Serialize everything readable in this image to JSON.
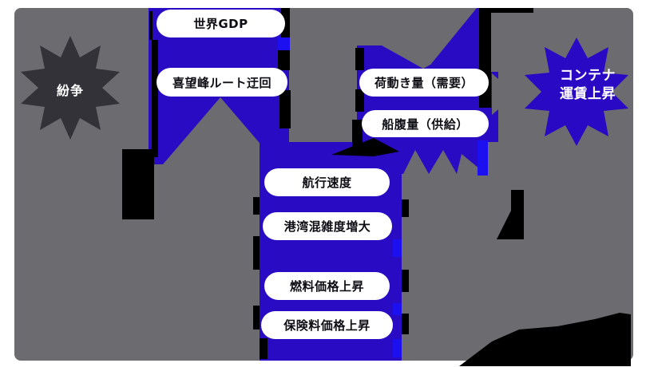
{
  "diagram": {
    "type": "flow-diagram",
    "colors": {
      "canvas_gray": "#6C6B6F",
      "flow_blue": "#2A0BC4",
      "bright_blue": "#1C10F0",
      "conflict_burst_dark": "#333238",
      "outcome_burst_blue": "#2A09C4",
      "pill_background": "#FFFFFF",
      "pill_text": "#0D0D14",
      "glitch_black": "#000000"
    },
    "conflict": {
      "label": "紛争"
    },
    "outcome": {
      "label_lines": [
        "コンテナ",
        "運賃上昇"
      ]
    },
    "pills": [
      {
        "id": "world-gdp",
        "label": "世界GDP"
      },
      {
        "id": "cape-route-detour",
        "label": "喜望峰ルート迂回"
      },
      {
        "id": "cargo-volume-demand",
        "label": "荷動き量（需要）"
      },
      {
        "id": "vessel-capacity-supply",
        "label": "船腹量（供給）"
      },
      {
        "id": "sailing-speed",
        "label": "航行速度"
      },
      {
        "id": "port-congestion",
        "label": "港湾混雑度増大"
      },
      {
        "id": "fuel-price-rise",
        "label": "燃料価格上昇"
      },
      {
        "id": "insurance-price-rise",
        "label": "保険料価格上昇"
      }
    ]
  }
}
